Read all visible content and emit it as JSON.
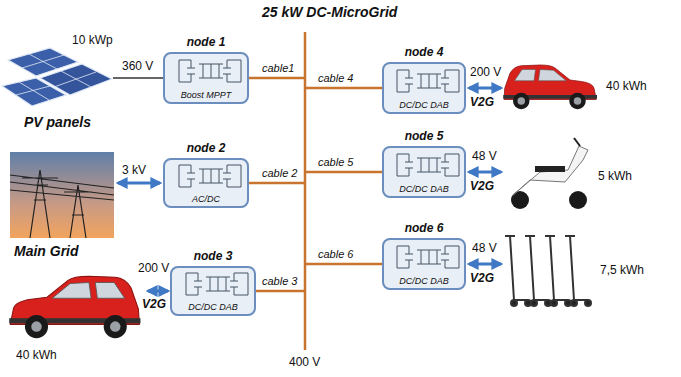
{
  "diagram": {
    "title": "25 kW DC-MicroGrid",
    "nodes": [
      {
        "text": [
          "node 1",
          "Boost MPPT"
        ]
      },
      {
        "text": [
          "node 2",
          "AC/DC"
        ]
      },
      {
        "text": [
          "node 3",
          "DC/DC DAB"
        ]
      },
      {
        "text": [
          "node 4",
          "DC/DC DAB"
        ]
      },
      {
        "text": [
          "node 5",
          "DC/DC DAB"
        ]
      },
      {
        "text": [
          "node 6",
          "DC/DC DAB"
        ]
      }
    ],
    "labels": [
      "10 kWp",
      "360 V",
      "PV panels",
      "cable1",
      "3 kV",
      "Main Grid",
      "cable 2",
      "200 V",
      "40 kWh",
      "V2G",
      "cable 3",
      "cable 4",
      "200 V",
      "40 kWh",
      "V2G",
      "cable 5",
      "48 V",
      "5 kWh",
      "V2G",
      "cable 6",
      "48 V",
      "7,5 kWh",
      "V2G",
      "400 V"
    ]
  }
}
